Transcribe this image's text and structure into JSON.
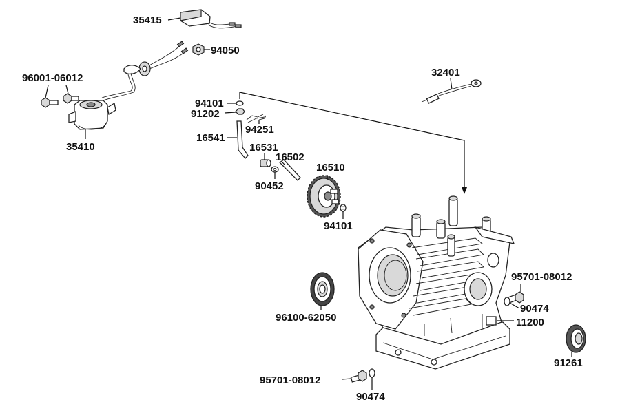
{
  "labels": {
    "p35415": "35415",
    "p94050": "94050",
    "p96001": "96001-06012",
    "p35410": "35410",
    "p32401": "32401",
    "p94101a": "94101",
    "p91202": "91202",
    "p94251": "94251",
    "p16541": "16541",
    "p16531": "16531",
    "p16502": "16502",
    "p90452": "90452",
    "p16510": "16510",
    "p94101b": "94101",
    "p95701a": "95701-08012",
    "p90474a": "90474",
    "p11200": "11200",
    "p96100": "96100-62050",
    "p91261": "91261",
    "p95701b": "95701-08012",
    "p90474b": "90474"
  }
}
